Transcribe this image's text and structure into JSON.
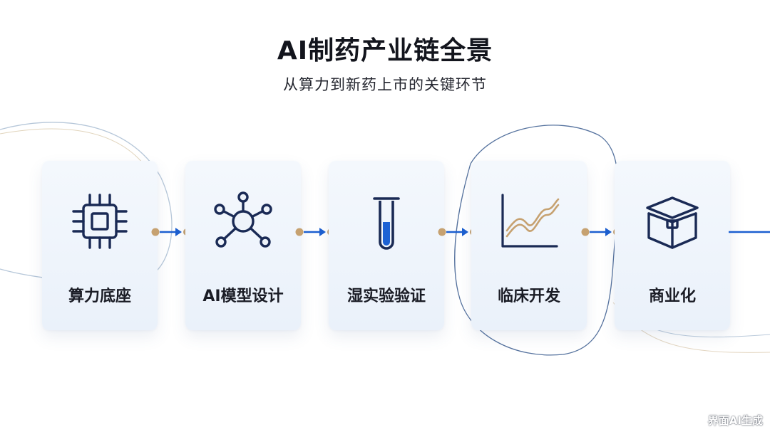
{
  "header": {
    "title": "AI制药产业链全景",
    "subtitle": "从算力到新药上市的关键环节"
  },
  "stages": [
    {
      "label": "算力底座",
      "icon": "cpu-chip-icon"
    },
    {
      "label": "AI模型设计",
      "icon": "molecule-network-icon"
    },
    {
      "label": "湿实验验证",
      "icon": "test-tube-icon"
    },
    {
      "label": "临床开发",
      "icon": "line-chart-icon"
    },
    {
      "label": "商业化",
      "icon": "package-box-icon"
    }
  ],
  "colors": {
    "arrow": "#1c5fd0",
    "dot": "#c6a170",
    "icon": "#1a2a55",
    "accent": "#1d62d4"
  },
  "watermark": "界面AI生成"
}
